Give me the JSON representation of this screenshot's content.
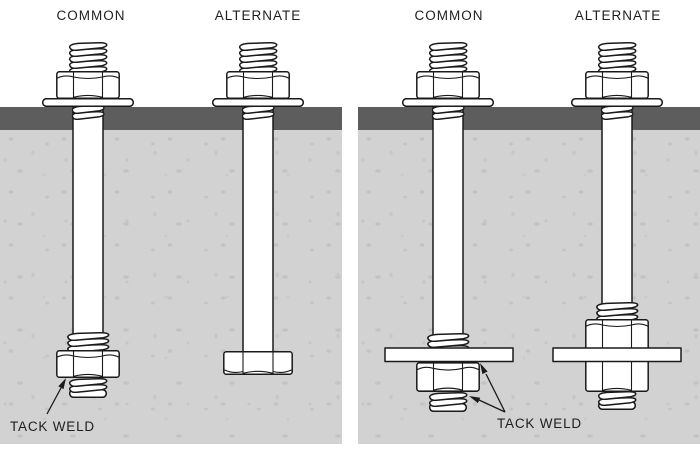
{
  "diagram": {
    "type": "anchor-bolt-embedment-details",
    "panels": [
      {
        "common_label": "COMMON",
        "alternate_label": "ALTERNATE",
        "callout": "TACK WELD"
      },
      {
        "common_label": "COMMON",
        "alternate_label": "ALTERNATE",
        "callout": "TACK WELD"
      }
    ],
    "colors": {
      "outline": "#1a1a1a",
      "hardware_fill": "#ffffff",
      "base_plate": "#5d5d5d",
      "concrete": "#d2d2d2",
      "concrete_speckle": "#c4c4c4",
      "background": "#ffffff",
      "label_text": "#1f1f1f"
    }
  }
}
